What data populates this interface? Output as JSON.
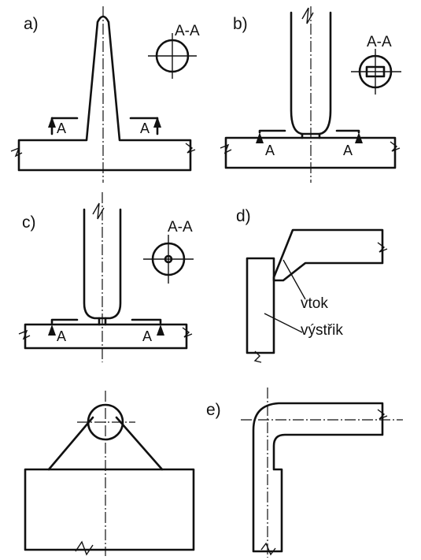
{
  "labels": {
    "a": "a)",
    "b": "b)",
    "c": "c)",
    "d": "d)",
    "e": "e)",
    "section": "A-A",
    "cut": "A",
    "vtok": "vtok",
    "vystrik": "výstřik"
  }
}
